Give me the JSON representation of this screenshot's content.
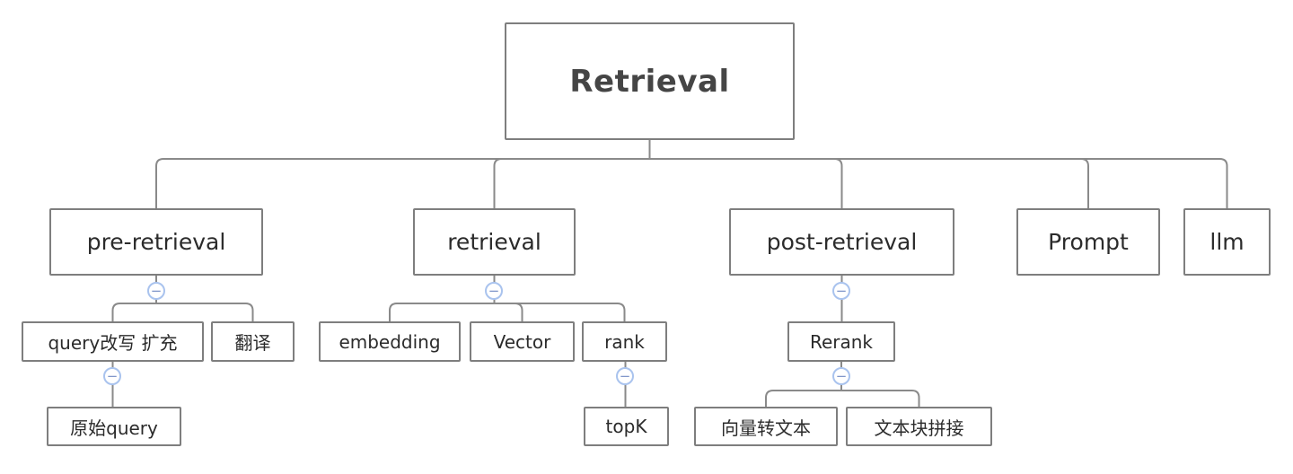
{
  "colors": {
    "background": "#ffffff",
    "node_border": "#7e7e7e",
    "connector": "#8a8a8a",
    "node_text": "#2b2b2b",
    "root_text": "#454545",
    "collapse_border": "#a9c3ee",
    "collapse_glyph_color": "#7d95c9"
  },
  "icons": {
    "collapse_glyph": "−"
  },
  "nodes": {
    "root": {
      "label": "Retrieval"
    },
    "pre_retrieval": {
      "label": "pre-retrieval"
    },
    "retrieval": {
      "label": "retrieval"
    },
    "post_retrieval": {
      "label": "post-retrieval"
    },
    "prompt": {
      "label": "Prompt"
    },
    "llm": {
      "label": "llm"
    },
    "query_rewrite": {
      "label": "query改写 扩充"
    },
    "translate": {
      "label": "翻译"
    },
    "embedding": {
      "label": "embedding"
    },
    "vector": {
      "label": "Vector"
    },
    "rank": {
      "label": "rank"
    },
    "rerank": {
      "label": "Rerank"
    },
    "original_query": {
      "label": "原始query"
    },
    "topk": {
      "label": "topK"
    },
    "vector_to_text": {
      "label": "向量转文本"
    },
    "text_block_concat": {
      "label": "文本块拼接"
    }
  }
}
